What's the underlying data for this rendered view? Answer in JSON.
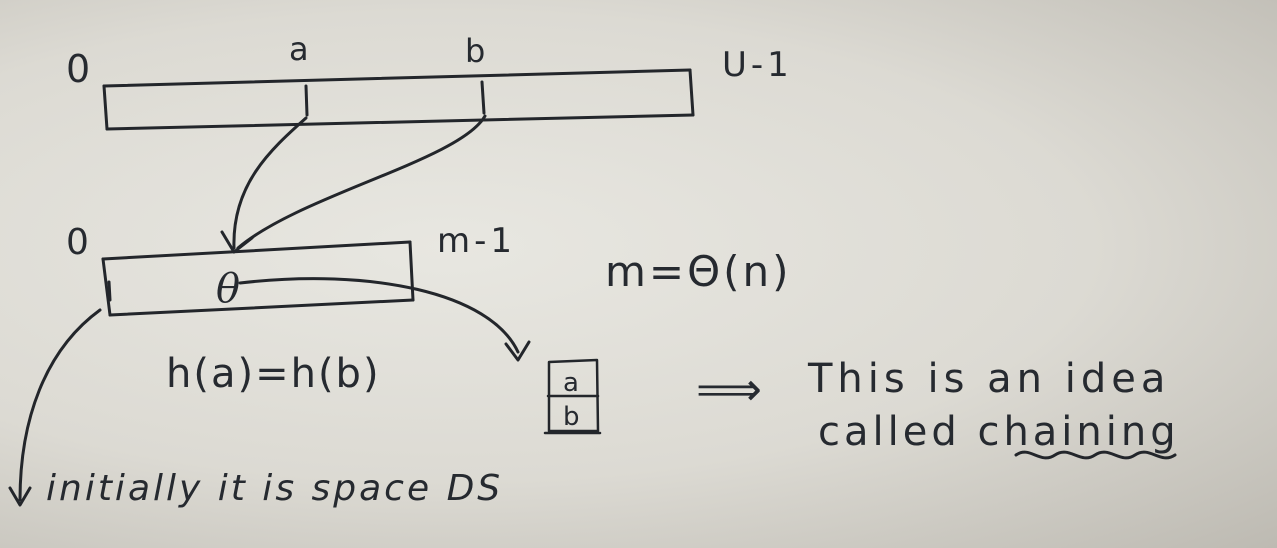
{
  "universe": {
    "start_label": "0",
    "key_a": "a",
    "key_b": "b",
    "end_label": "U-1"
  },
  "table": {
    "start_label": "0",
    "end_label": "m-1",
    "slot_mark": "θ",
    "size_relation": "m=Θ(n)"
  },
  "collision": {
    "equation": "h(a)=h(b)",
    "chain_items": [
      "a",
      "b"
    ]
  },
  "note": {
    "arrow": "⟹",
    "line1": "This is an idea",
    "line2_prefix": "called ",
    "emphasis": "chaining"
  },
  "footer": {
    "text": "initially it is space DS"
  }
}
